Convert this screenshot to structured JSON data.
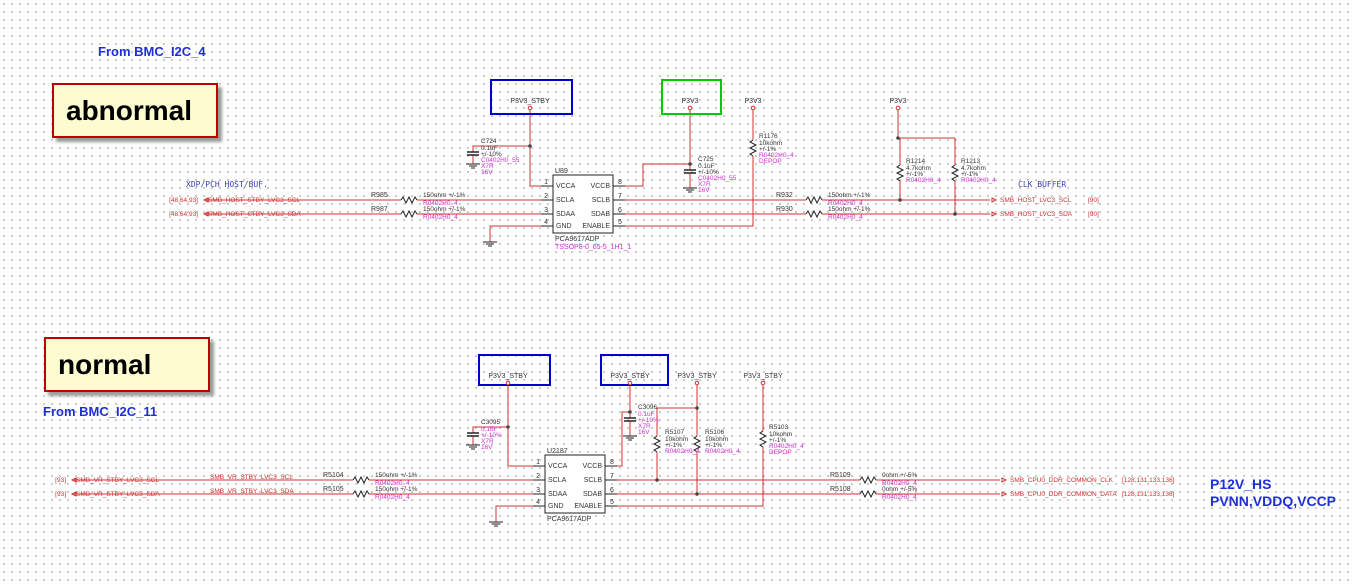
{
  "annotations": {
    "abnormal_label": "abnormal",
    "normal_label": "normal",
    "from_bmc_top": "From BMC_I2C_4",
    "from_bmc_bottom": "From BMC_I2C_11",
    "rail_line1": "P12V_HS",
    "rail_line2": "PVNN,VDDQ,VCCP",
    "colors": {
      "label_border": "#c00000",
      "label_fill": "#fdfbd0",
      "annotation_blue": "#1f2fd8",
      "highlight_blue": "#0000cc",
      "highlight_green": "#00cc00"
    }
  },
  "top_circuit": {
    "section_title": "XDP/PCH HOST/BUF.",
    "right_title": "CLK BUFFER",
    "power_vcca": "P3V3_STBY",
    "power_vccb": "P3V3",
    "power_enable": "P3V3",
    "power_pullup": "P3V3",
    "ic_ref": "U89",
    "ic_part": "PCA9617ADP",
    "ic_package": "TSSOP8-0_65-5_1H1_1",
    "pins_left": [
      {
        "num": "1",
        "name": "VCCA"
      },
      {
        "num": "2",
        "name": "SCLA"
      },
      {
        "num": "3",
        "name": "SDAA"
      },
      {
        "num": "4",
        "name": "GND"
      }
    ],
    "pins_right": [
      {
        "num": "8",
        "name": "VCCB"
      },
      {
        "num": "7",
        "name": "SCLB"
      },
      {
        "num": "6",
        "name": "SDAB"
      },
      {
        "num": "5",
        "name": "ENABLE"
      }
    ],
    "nets_left": [
      {
        "pages": "[48,64,93]",
        "name": "SMB_HOST_STBY_LVC3_SCL"
      },
      {
        "pages": "[48,64,93]",
        "name": "SMB_HOST_STBY_LVC3_SDA"
      }
    ],
    "nets_right": [
      {
        "name": "SMB_HOST_LVC3_SCL",
        "pages": "[90]"
      },
      {
        "name": "SMB_HOST_LVC3_SDA",
        "pages": "[90]"
      }
    ],
    "resistors_left": [
      {
        "ref": "R985",
        "value": "150ohm",
        "tol": "+/-1%",
        "pkg": "R0402H0_4"
      },
      {
        "ref": "R987",
        "value": "150ohm",
        "tol": "+/-1%",
        "pkg": "R0402H0_4"
      }
    ],
    "resistors_right": [
      {
        "ref": "R932",
        "value": "150ohm",
        "tol": "+/-1%",
        "pkg": "R0402H0_4"
      },
      {
        "ref": "R930",
        "value": "150ohm",
        "tol": "+/-1%",
        "pkg": "R0402H0_4"
      }
    ],
    "cap_a": {
      "ref": "C724",
      "lines": [
        "0.1uF",
        "+/-10%",
        "C0402H0_55",
        "X7R",
        "16V"
      ]
    },
    "cap_b": {
      "ref": "C725",
      "lines": [
        "0.1uF",
        "+/-10%",
        "C0402H0_55",
        "X7R",
        "16V"
      ]
    },
    "enable_res": {
      "ref": "R1176",
      "lines": [
        "10kohm",
        "+/-1%",
        "R0402H0_4",
        "DEPOP"
      ]
    },
    "pullups": [
      {
        "ref": "R1214",
        "lines": [
          "4.7kohm",
          "+/-1%",
          "R0402H0_4"
        ]
      },
      {
        "ref": "R1213",
        "lines": [
          "4.7kohm",
          "+/-1%",
          "R0402H0_4"
        ]
      }
    ]
  },
  "bottom_circuit": {
    "power_vcca": "P3V3_STBY",
    "power_vccb": "P3V3_STBY",
    "power_pullup": "P3V3_STBY",
    "power_enable": "P3V3_STBY",
    "ic_ref": "U2187",
    "ic_part": "PCA9617ADP",
    "pins_left": [
      {
        "num": "1",
        "name": "VCCA"
      },
      {
        "num": "2",
        "name": "SCLA"
      },
      {
        "num": "3",
        "name": "SDAA"
      },
      {
        "num": "4",
        "name": "GND"
      }
    ],
    "pins_right": [
      {
        "num": "8",
        "name": "VCCB"
      },
      {
        "num": "7",
        "name": "SCLB"
      },
      {
        "num": "6",
        "name": "SDAB"
      },
      {
        "num": "5",
        "name": "ENABLE"
      }
    ],
    "nets_left": [
      {
        "pages": "[93]",
        "name": "SMB_VR_STBY_LVC3_SCL",
        "name2": "SMB_VR_STBY_LVC3_SCL"
      },
      {
        "pages": "[93]",
        "name": "SMB_VR_STBY_LVC3_SDA",
        "name2": "SMB_VR_STBY_LVC3_SDA"
      }
    ],
    "nets_right": [
      {
        "name": "SMB_CPU0_DDR_COMMON_CLK",
        "pages": "[128,131,133,136]"
      },
      {
        "name": "SMB_CPU0_DDR_COMMON_DATA",
        "pages": "[128,131,133,136]"
      }
    ],
    "resistors_left": [
      {
        "ref": "R5104",
        "value": "150ohm",
        "tol": "+/-1%",
        "pkg": "R0402H0_4"
      },
      {
        "ref": "R5105",
        "value": "150ohm",
        "tol": "+/-1%",
        "pkg": "R0402H0_4"
      }
    ],
    "resistors_right": [
      {
        "ref": "R5109",
        "value": "0ohm",
        "tol": "+/-5%",
        "pkg": "R0402H0_4"
      },
      {
        "ref": "R5108",
        "value": "0ohm",
        "tol": "+/-5%",
        "pkg": "R0402H0_4"
      }
    ],
    "cap_a": {
      "ref": "C3095",
      "lines": [
        "0.1uF",
        "+/-10%",
        "X7R",
        "16V"
      ]
    },
    "cap_b": {
      "ref": "C3096",
      "lines": [
        "0.1uF",
        "+/-10%",
        "X7R",
        "16V"
      ]
    },
    "enable_res": {
      "ref": "R5103",
      "lines": [
        "10kohm",
        "+/-1%",
        "R0402H0_4",
        "DEPOP"
      ]
    },
    "pullups": [
      {
        "ref": "R5107",
        "lines": [
          "10kohm",
          "+/-1%",
          "R0402H0_4"
        ]
      },
      {
        "ref": "R5106",
        "lines": [
          "10kohm",
          "+/-1%",
          "R0402H0_4"
        ]
      }
    ]
  }
}
